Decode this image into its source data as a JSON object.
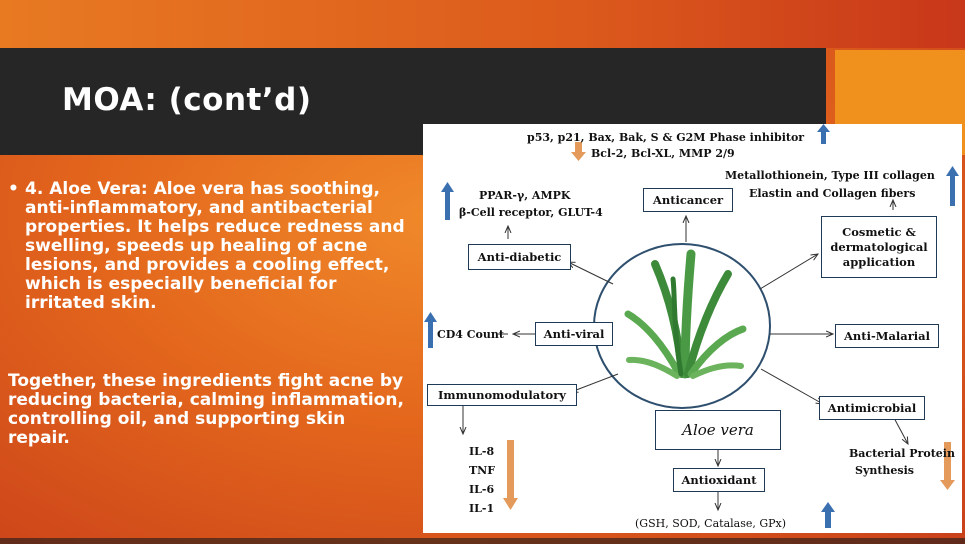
{
  "slide": {
    "title": "MOA: (cont’d)",
    "bullet_text": "4. Aloe Vera: Aloe vera has soothing, anti-inflammatory, and antibacterial properties. It helps reduce redness and swelling, speeds up healing of acne lesions, and provides a cooling effect, which is especially beneficial for irritated skin.",
    "paragraph": "Together, these ingredients fight acne by reducing bacteria, calming inflammation, controlling oil, and supporting skin repair.",
    "colors": {
      "title_bar": "#262626",
      "accent": "#f0911e",
      "background": "#e3661c",
      "up_arrow": "#3a6fb0",
      "down_arrow": "#e49a5a"
    }
  },
  "diagram": {
    "center": "Aloe vera",
    "boxes": {
      "anticancer": "Anticancer",
      "antidiabetic": "Anti-diabetic",
      "cosmetic_1": "Cosmetic &",
      "cosmetic_2": "dermatological",
      "cosmetic_3": "application",
      "antiviral": "Anti-viral",
      "antimalarial": "Anti-Malarial",
      "immunomodulatory": "Immunomodulatory",
      "antimicrobial": "Antimicrobial",
      "antioxidant": "Antioxidant"
    },
    "labels": {
      "anticancer_up": "p53, p21, Bax, Bak, S & G2M Phase inhibitor",
      "anticancer_down": "Bcl-2, Bcl-XL, MMP 2/9",
      "antidiabetic_1": "PPAR-γ, AMPK",
      "antidiabetic_2": "β-Cell receptor, GLUT-4",
      "cosmetic_up_1": "Metallothionein, Type III collagen",
      "cosmetic_up_2": "Elastin and Collagen fibers",
      "antiviral_out": "CD4 Count",
      "immuno_1": "IL-8",
      "immuno_2": "TNF",
      "immuno_3": "IL-6",
      "immuno_4": "IL-1",
      "antimicrobial_1": "Bacterial Protein",
      "antimicrobial_2": "Synthesis",
      "antioxidant_out": "(GSH, SOD, Catalase, GPx)"
    },
    "icons": [
      "aloe-plant-icon",
      "up-arrow-icon",
      "down-arrow-icon"
    ]
  }
}
